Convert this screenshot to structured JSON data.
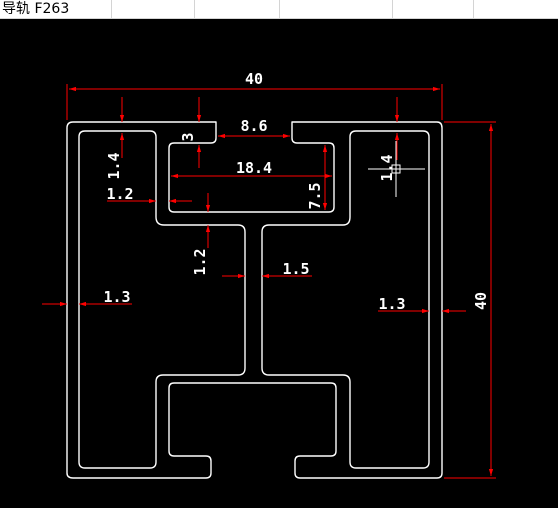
{
  "spreadsheet": {
    "cell_label": "导轨 F263"
  },
  "colors": {
    "background": "#000000",
    "profile_outline": "#ffffff",
    "dimension_lines": "#ff0000",
    "dimension_text": "#ffffff"
  },
  "dimensions": {
    "overall_width": "40",
    "overall_height": "40",
    "slot_opening": "8.6",
    "slot_depth": "3",
    "inner_width": "18.4",
    "inner_height": "7.5",
    "wall_top_left": "1.4",
    "wall_top_right": "1.4",
    "wall_slot_left": "1.2",
    "wall_web_vertical": "1.2",
    "web_thickness": "1.5",
    "wall_side_left": "1.3",
    "wall_side_right": "1.3"
  },
  "icons": {
    "cursor": "crosshair-cursor-icon"
  }
}
